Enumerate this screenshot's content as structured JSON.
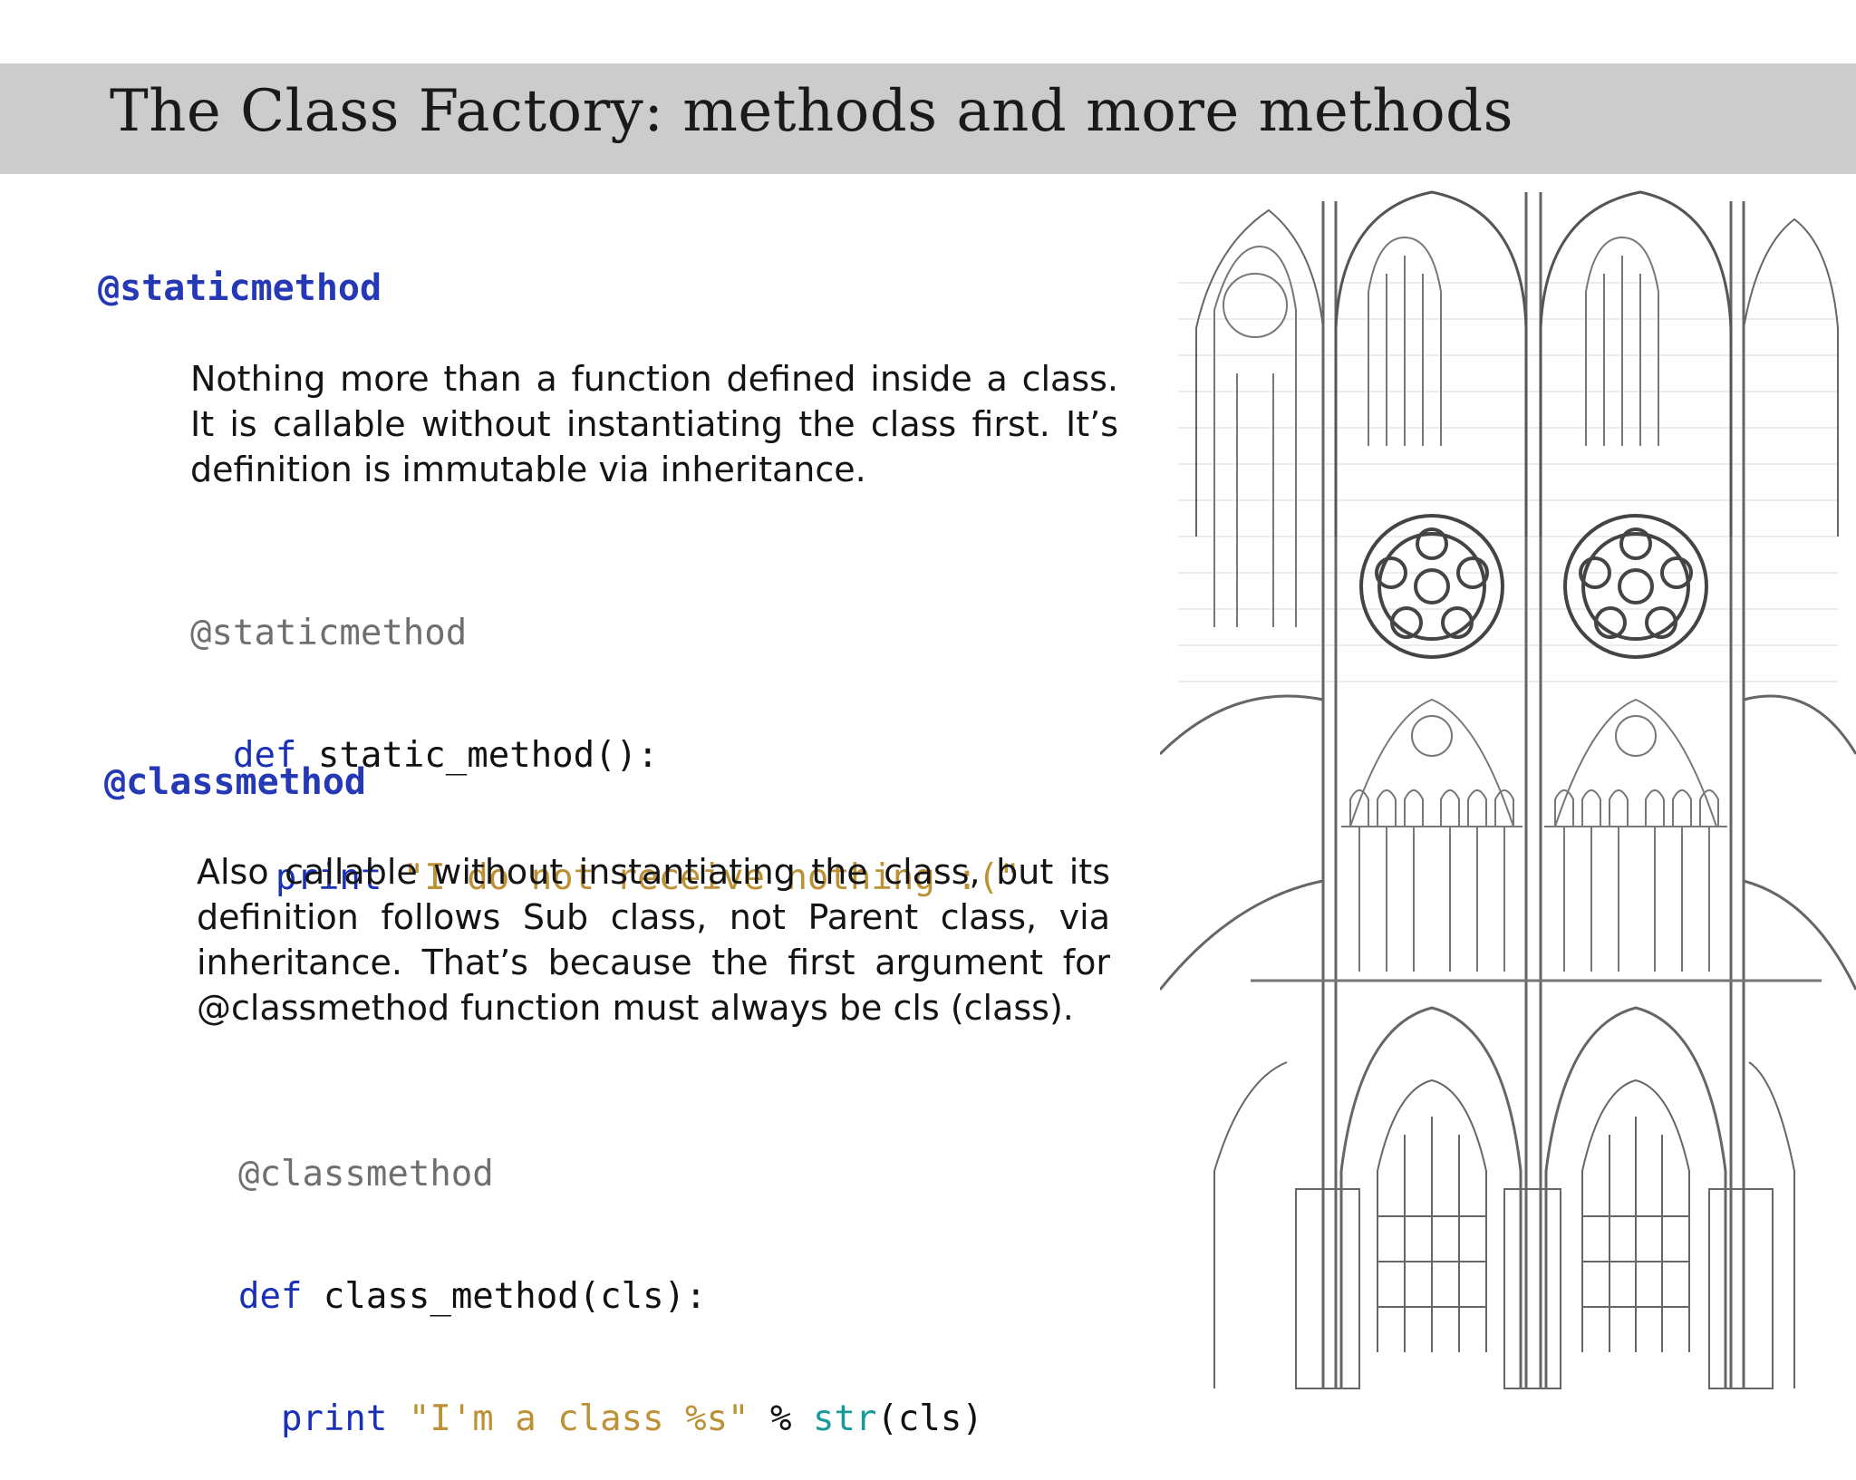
{
  "title": "The Class Factory: methods and more methods",
  "static_section": {
    "heading": "@staticmethod",
    "description": "Nothing more than a function defined inside a class. It is callable without instantiating the class first. It’s definition is immutable via inheritance.",
    "code": {
      "decorator": "@staticmethod",
      "def_keyword": "def",
      "signature": " static_method():",
      "print_keyword": "print",
      "string": " \"I do not receive nothing :(\""
    }
  },
  "class_section": {
    "heading": "@classmethod",
    "description": "Also callable without instantiating the class, but its definition follows Sub class, not Parent class, via inheritance. That’s because the first argument for @classmethod function must always be cls (class).",
    "code": {
      "decorator": "@classmethod",
      "def_keyword": "def",
      "signature": " class_method(cls):",
      "print_keyword": "print",
      "string": " \"I'm a class %s\"",
      "operator": " % ",
      "builtin": "str",
      "args": "(cls)"
    }
  },
  "illustration": {
    "icon": "gothic-cathedral-elevation-drawing"
  }
}
